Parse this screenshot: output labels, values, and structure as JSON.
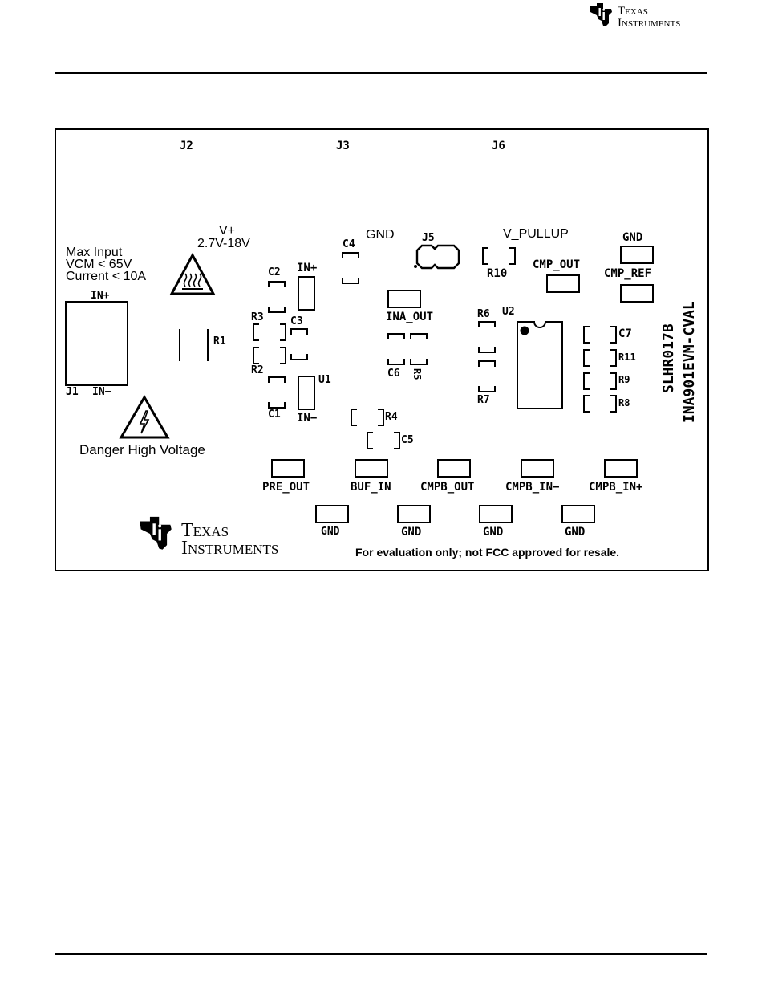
{
  "header": {
    "logo_line1": "Texas",
    "logo_line2": "Instruments"
  },
  "board": {
    "connectors": {
      "j2": "J2",
      "j3": "J3",
      "j6": "J6",
      "j1": "J1",
      "j5": "J5"
    },
    "notes": {
      "max_input": "Max Input",
      "vcm": "VCM < 65V",
      "current": "Current < 10A",
      "vplus": "V+",
      "vrange": "2.7V-18V",
      "danger": "Danger High Voltage",
      "fcc": "For evaluation only; not FCC approved for resale."
    },
    "net_labels": {
      "gnd_top": "GND",
      "v_pullup": "V_PULLUP",
      "gnd_right": "GND",
      "cmp_out": "CMP_OUT",
      "cmp_ref": "CMP_REF",
      "ina_out": "INA_OUT",
      "in_plus": "IN+",
      "in_minus": "IN−",
      "j1_in_plus": "IN+",
      "j1_in_minus": "IN−"
    },
    "components": {
      "c1": "C1",
      "c2": "C2",
      "c3": "C3",
      "c4": "C4",
      "c5": "C5",
      "c6": "C6",
      "c7": "C7",
      "r1": "R1",
      "r2": "R2",
      "r3": "R3",
      "r4": "R4",
      "r5": "R5",
      "r6": "R6",
      "r7": "R7",
      "r8": "R8",
      "r9": "R9",
      "r10": "R10",
      "r11": "R11",
      "u1": "U1",
      "u2": "U2"
    },
    "bottom_pads": [
      "PRE_OUT",
      "BUF_IN",
      "CMPB_OUT",
      "CMPB_IN−",
      "CMPB_IN+"
    ],
    "gnd_pads": [
      "GND",
      "GND",
      "GND",
      "GND"
    ],
    "board_id": "SLHR017B",
    "board_name": "INA901EVM-CVAL",
    "logo_line1": "Texas",
    "logo_line2": "Instruments"
  },
  "icons": [
    "ti-logo-icon",
    "hot-surface-warning-icon",
    "high-voltage-warning-icon"
  ]
}
